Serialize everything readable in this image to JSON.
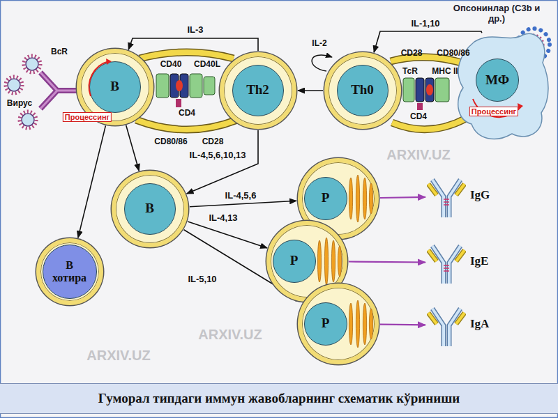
{
  "diagram": {
    "caption": "Гуморал типдаги иммун жавобларнинг схематик кўриниши",
    "nodes": [
      {
        "text": [
          "B"
        ]
      },
      {
        "text": [
          "Th2"
        ]
      },
      {
        "text": [
          "Th0"
        ]
      },
      {
        "text": [
          "МФ"
        ]
      },
      {
        "text": [
          "B"
        ]
      },
      {
        "text": [
          "P"
        ]
      },
      {
        "text": [
          "IgG"
        ]
      },
      {
        "text": [
          "B хотира"
        ]
      },
      {
        "text": [
          "P"
        ]
      },
      {
        "text": [
          "IgE"
        ]
      },
      {
        "text": [
          "P"
        ]
      },
      {
        "text": [
          "IgA"
        ]
      }
    ],
    "edges": [
      {
        "from": 3,
        "to": 2,
        "label": "IL-1,10",
        "arrow": "to"
      },
      {
        "from": 2,
        "to": 1,
        "arrow": "to"
      },
      {
        "from": 1,
        "to": 0,
        "label": "IL-3",
        "arrow": "to"
      },
      {
        "from": 0,
        "to": 4,
        "arrow": "to"
      },
      {
        "from": 0,
        "to": 7,
        "arrow": "to"
      },
      {
        "from": 1,
        "to": 4,
        "label": "IL-4,5,6,10,13",
        "arrow": "to"
      },
      {
        "from": 4,
        "to": 5,
        "label": "IL-4,5,6",
        "arrow": "to"
      },
      {
        "from": 4,
        "to": 8,
        "label": "IL-4,13",
        "arrow": "to"
      },
      {
        "from": 4,
        "to": 10,
        "label": "IL-5,10",
        "arrow": "to"
      },
      {
        "from": 5,
        "to": 6,
        "arrow": "to"
      },
      {
        "from": 8,
        "to": 9,
        "arrow": "to"
      },
      {
        "from": 10,
        "to": 11,
        "arrow": "to"
      }
    ],
    "labels": [
      "BcR",
      "Вирус",
      "CD40",
      "CD40L",
      "CD4",
      "Процессинг",
      "CD80/86",
      "CD28",
      "IL-2",
      "CD28",
      "CD80/86",
      "TcR",
      "MHC II",
      "CD4",
      "Процессинг",
      "Опсонинлар (С3b и др.)",
      "ARXIV.UZ",
      "ARXIV.UZ",
      "ARXIV.UZ"
    ]
  }
}
